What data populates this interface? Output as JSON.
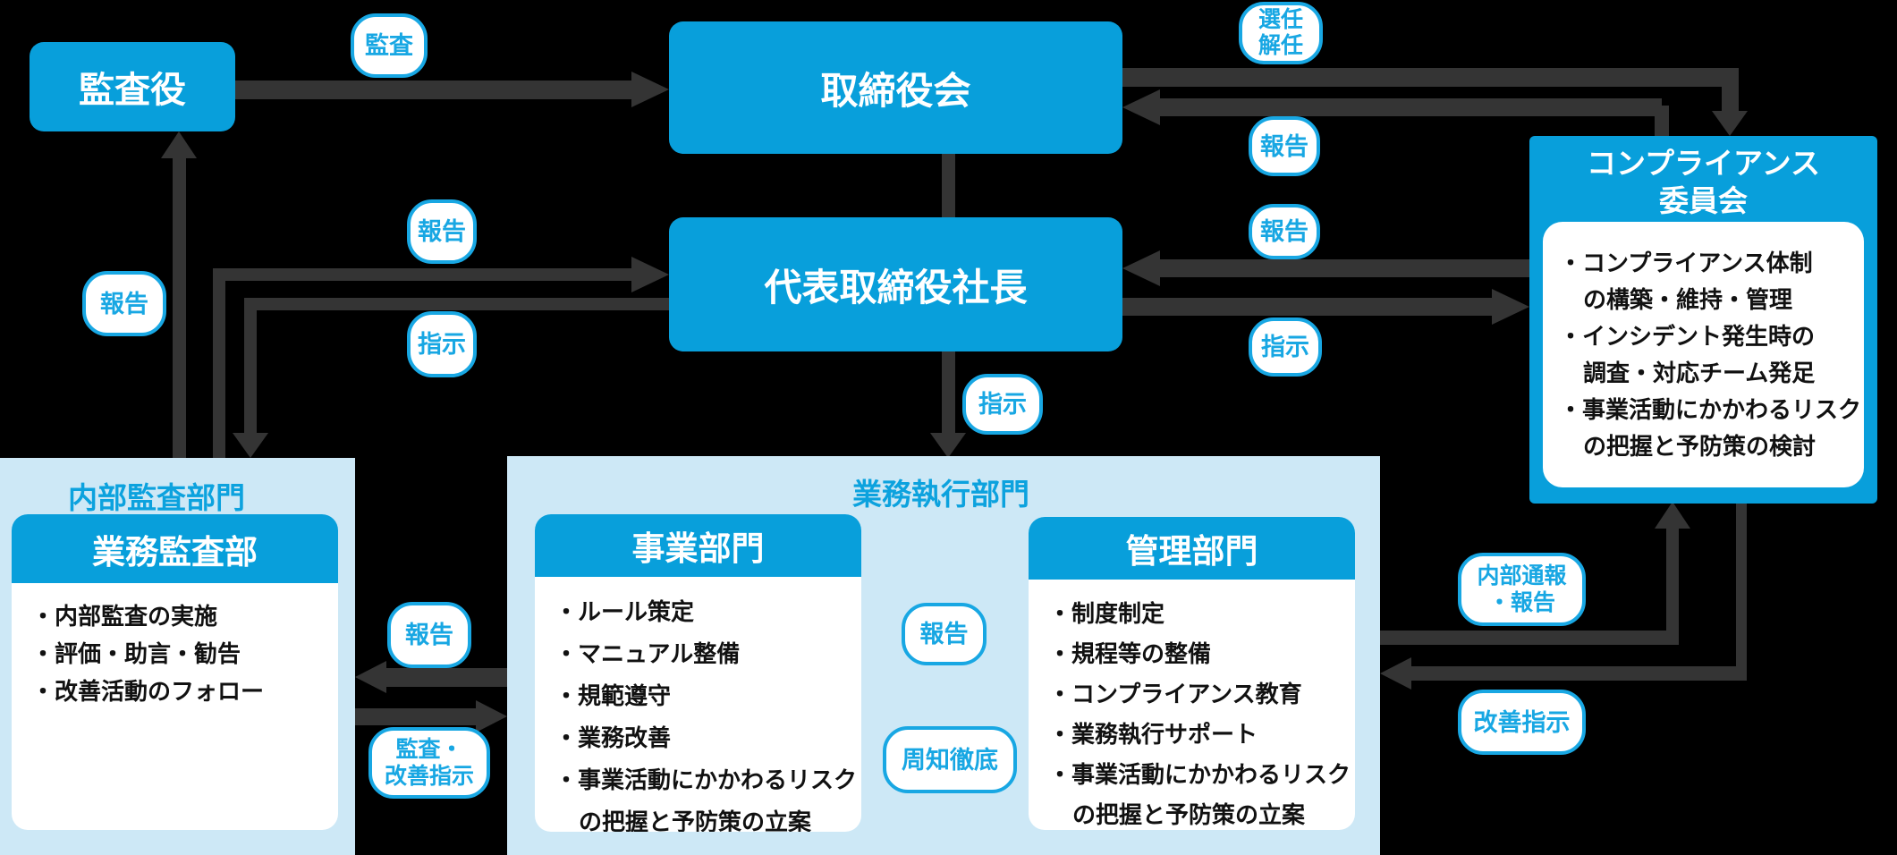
{
  "colors": {
    "box_blue": "#089FDB",
    "light_blue": "#CDE8F6",
    "pill_blue": "#18A7E3",
    "arrow_gray": "#343434",
    "background": "#000000"
  },
  "boxes": {
    "auditor": {
      "label": "監査役"
    },
    "board": {
      "label": "取締役会"
    },
    "president": {
      "label": "代表取締役社長"
    },
    "committee": {
      "title_lines": [
        "コンプライアンス",
        "委員会"
      ],
      "items": [
        "・コンプライアンス体制",
        "の構築・維持・管理",
        "・インシデント発生時の",
        "調査・対応チーム発足",
        "・事業活動にかかわるリスク",
        "の把握と予防策の検討"
      ]
    }
  },
  "containers": {
    "internal_audit": {
      "label": "内部監査部門",
      "dept": {
        "title": "業務監査部",
        "items": [
          "・内部監査の実施",
          "・評価・助言・勧告",
          "・改善活動のフォロー"
        ]
      }
    },
    "execution": {
      "label": "業務執行部門",
      "business_dept": {
        "title": "事業部門",
        "items": [
          "・ルール策定",
          "・マニュアル整備",
          "・規範遵守",
          "・業務改善",
          "・事業活動にかかわるリスク",
          "の把握と予防策の立案"
        ]
      },
      "admin_dept": {
        "title": "管理部門",
        "items": [
          "・制度制定",
          "・規程等の整備",
          "・コンプライアンス教育",
          "・業務執行サポート",
          "・事業活動にかかわるリスク",
          "の把握と予防策の立案"
        ]
      }
    }
  },
  "pills": {
    "audit": "監査",
    "appoint_dismiss_lines": [
      "選任",
      "解任"
    ],
    "report_board": "報告",
    "report_president_right": "報告",
    "instruct_committee": "指示",
    "report_auditor": "報告",
    "report_president_left": "報告",
    "instruct_internal": "指示",
    "instruct_execution": "指示",
    "report_internal_gap": "報告",
    "audit_improve_lines": [
      "監査・",
      "改善指示"
    ],
    "report_center_gap": "報告",
    "disseminate": "周知徹底",
    "whistleblow_lines": [
      "内部通報",
      "・報告"
    ],
    "improvement_instruction": "改善指示"
  }
}
